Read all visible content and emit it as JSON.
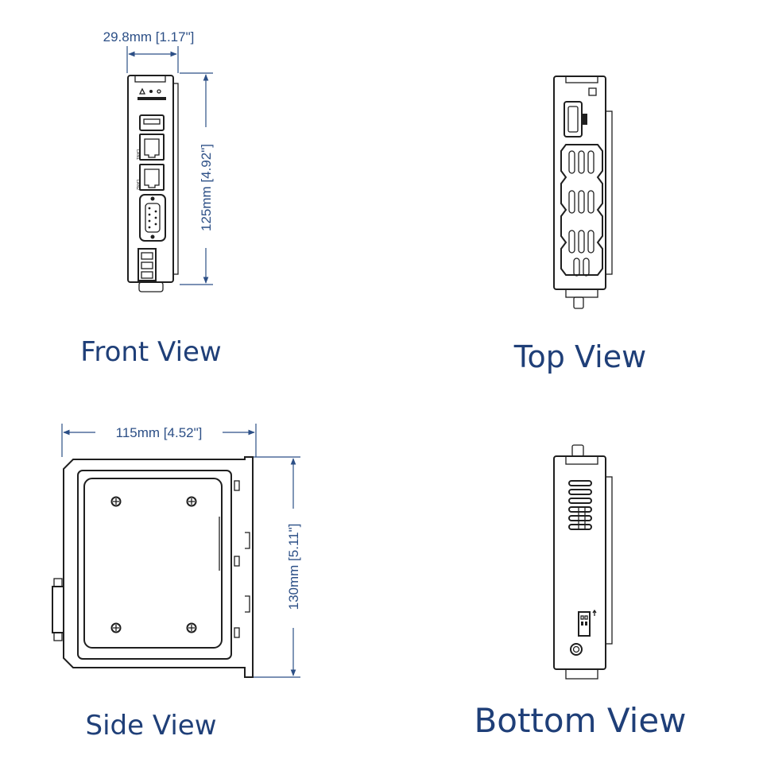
{
  "views": {
    "front": {
      "title": "Front View",
      "width_label": "29.8mm [1.17\"]",
      "height_label": "125mm [4.92\"]"
    },
    "top": {
      "title": "Top View"
    },
    "side": {
      "title": "Side View",
      "width_label": "115mm [4.52\"]",
      "height_label": "130mm [5.11\"]"
    },
    "bottom": {
      "title": "Bottom View"
    }
  },
  "colors": {
    "text": "#1f3f78",
    "dimension": "#2c4f86",
    "line": "#1f1f1f"
  }
}
